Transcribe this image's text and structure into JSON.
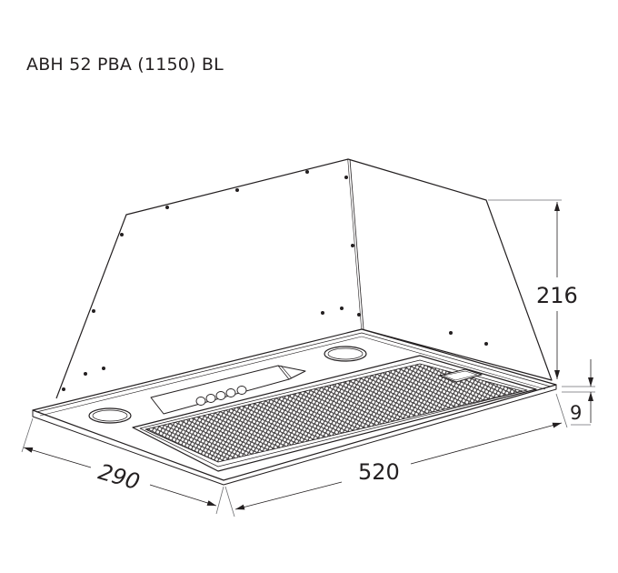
{
  "title": "ABH 52 PBA (1150) BL",
  "product": {
    "type": "built-in cooker hood",
    "features": [
      "hexagonal mesh grease filter",
      "5-button control panel",
      "2 round lamps",
      "light strip"
    ]
  },
  "dimensions": {
    "height": {
      "value": "216",
      "unit": "mm"
    },
    "plate_thickness": {
      "value": "9",
      "unit": "mm"
    },
    "depth": {
      "value": "290",
      "unit": "mm"
    },
    "width": {
      "value": "520",
      "unit": "mm"
    }
  },
  "colors": {
    "line": "#231f20",
    "dim_line": "#6d6e71",
    "background": "#ffffff"
  }
}
